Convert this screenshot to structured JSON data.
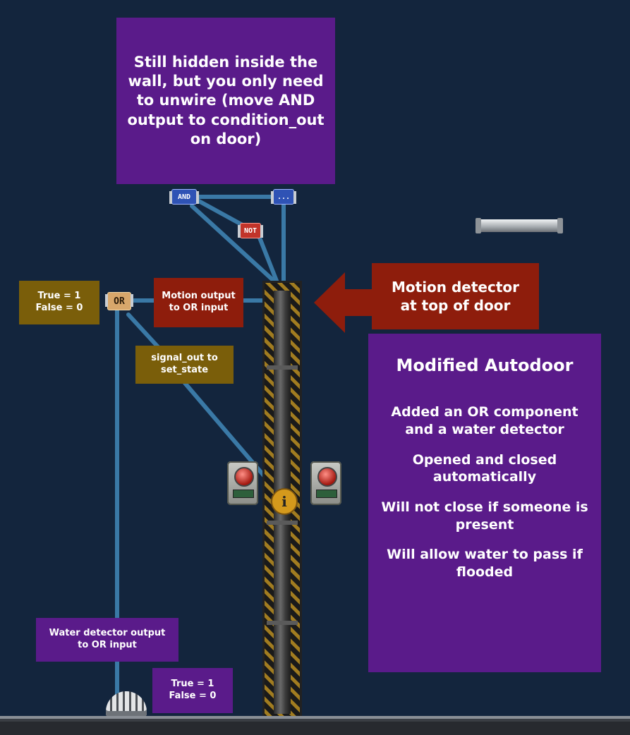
{
  "notes": {
    "hidden_wall": "Still hidden inside the wall, but you only need to unwire  (move AND output to condition_out on door)",
    "true_false_top": {
      "line1": "True = 1",
      "line2": "False = 0"
    },
    "motion_output": {
      "line1": "Motion output",
      "line2": "to OR input"
    },
    "motion_detector": {
      "line1": "Motion detector",
      "line2": "at top of door"
    },
    "signal_out": {
      "line1": "signal_out to",
      "line2": "set_state"
    },
    "water_output": {
      "line1": "Water detector output",
      "line2": "to OR input"
    },
    "true_false_bottom": {
      "line1": "True = 1",
      "line2": "False = 0"
    }
  },
  "autodoor": {
    "title": "Modified Autodoor",
    "items": [
      "Added an OR component and a water detector",
      "Opened and closed automatically",
      "Will not close if someone is present",
      "Will allow water to pass if flooded"
    ]
  },
  "components": {
    "and_label": "AND",
    "not_label": "NOT",
    "or_label": "OR",
    "dots_label": "...",
    "info_symbol": "i"
  },
  "colors": {
    "background": "#13253d",
    "wire": "#3a79a6",
    "purple_note": "#5a1b8a",
    "red_note": "#8e1d0c",
    "olive_note": "#7a5e0a"
  }
}
